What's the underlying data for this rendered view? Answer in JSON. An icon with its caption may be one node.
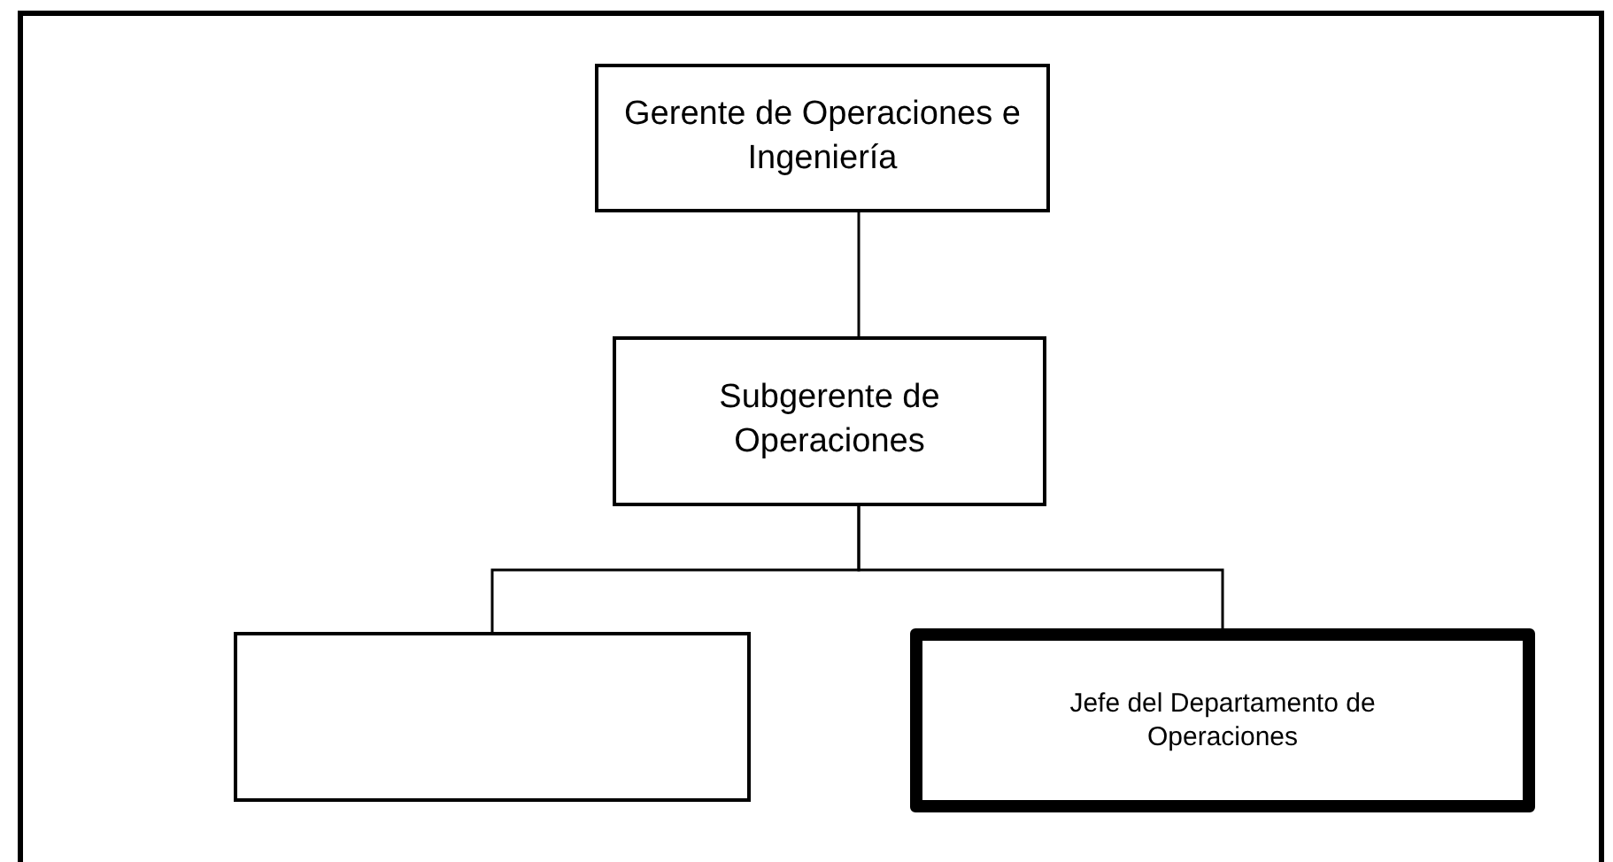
{
  "diagram": {
    "nodes": [
      {
        "text": [
          "Gerente de Operaciones e Ingeniería"
        ]
      },
      {
        "text": [
          "Subgerente de Operaciones"
        ]
      },
      {
        "text": [],
        "shape": "box"
      },
      {
        "text": [
          "Jefe del Departamento de Operaciones"
        ]
      }
    ],
    "edges": [
      {
        "from": 0,
        "to": 1,
        "arrow": "none"
      },
      {
        "from": 1,
        "to": 2,
        "arrow": "none"
      },
      {
        "from": 1,
        "to": 3,
        "arrow": "none"
      }
    ]
  }
}
